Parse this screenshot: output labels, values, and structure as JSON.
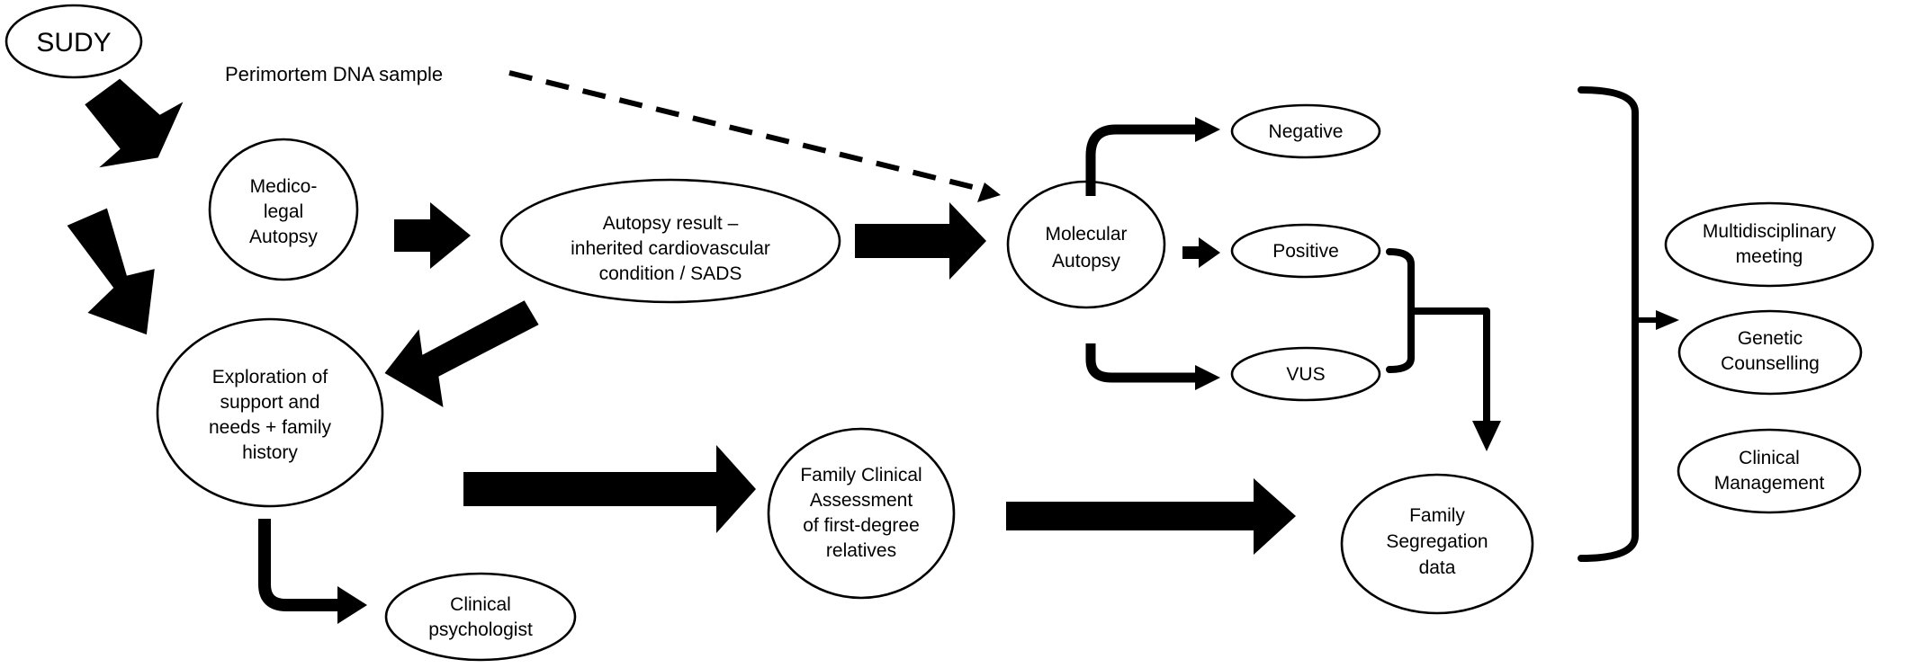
{
  "nodes": {
    "sudy": "SUDY",
    "perimortem": "Perimortem DNA sample",
    "medicolegal": [
      "Medico-",
      "legal",
      "Autopsy"
    ],
    "autopsy_result": [
      "Autopsy result –",
      "inherited cardiovascular",
      "condition / SADS"
    ],
    "molecular": [
      "Molecular",
      "Autopsy"
    ],
    "negative": "Negative",
    "positive": "Positive",
    "vus": "VUS",
    "exploration": [
      "Exploration of",
      "support and",
      "needs + family",
      "history"
    ],
    "family_clinical": [
      "Family Clinical",
      "Assessment",
      "of first-degree",
      "relatives"
    ],
    "psychologist": [
      "Clinical",
      "psychologist"
    ],
    "segregation": [
      "Family",
      "Segregation",
      "data"
    ],
    "multidisciplinary": [
      "Multidisciplinary",
      "meeting"
    ],
    "genetic": [
      "Genetic",
      "Counselling"
    ],
    "clinical_mgmt": [
      "Clinical",
      "Management"
    ]
  },
  "colors": {
    "stroke": "#000000",
    "background": "#ffffff"
  }
}
